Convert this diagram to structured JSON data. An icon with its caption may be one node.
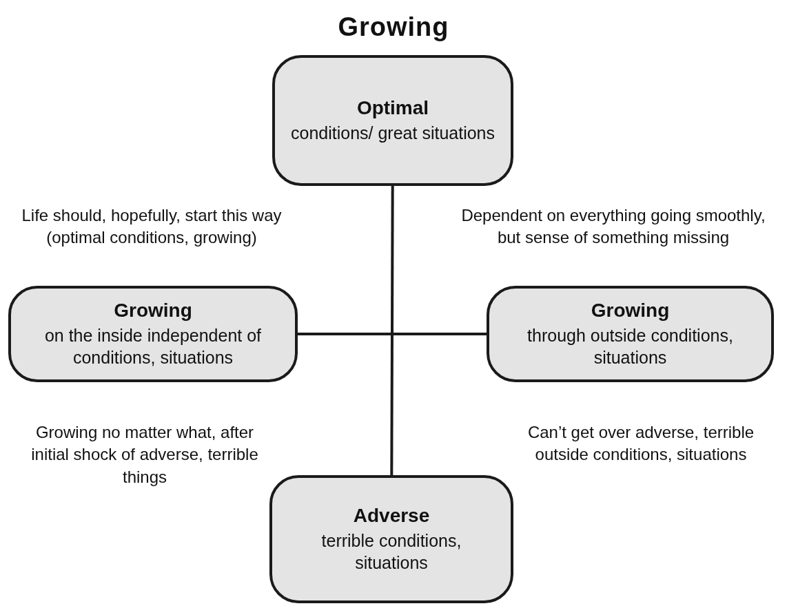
{
  "diagram": {
    "title": "Growing",
    "nodes": [
      {
        "text": [
          "Optimal",
          "conditions/ great situations"
        ]
      },
      {
        "text": [
          "Growing",
          "on the inside independent of conditions, situations"
        ]
      },
      {
        "text": [
          "Growing",
          "through outside conditions, situations"
        ]
      },
      {
        "text": [
          "Adverse",
          "terrible conditions, situations"
        ]
      }
    ],
    "edges": [
      {
        "from": 0,
        "to": 3,
        "arrow": "none"
      },
      {
        "from": 1,
        "to": 2,
        "arrow": "none"
      }
    ],
    "labels": [
      "Life should, hopefully, start this way (optimal conditions, growing)",
      "Dependent on everything going smoothly, but sense of something missing",
      "Growing no matter what, after initial shock of adverse, terrible things",
      "Can’t get over adverse, terrible outside conditions, situations"
    ]
  }
}
